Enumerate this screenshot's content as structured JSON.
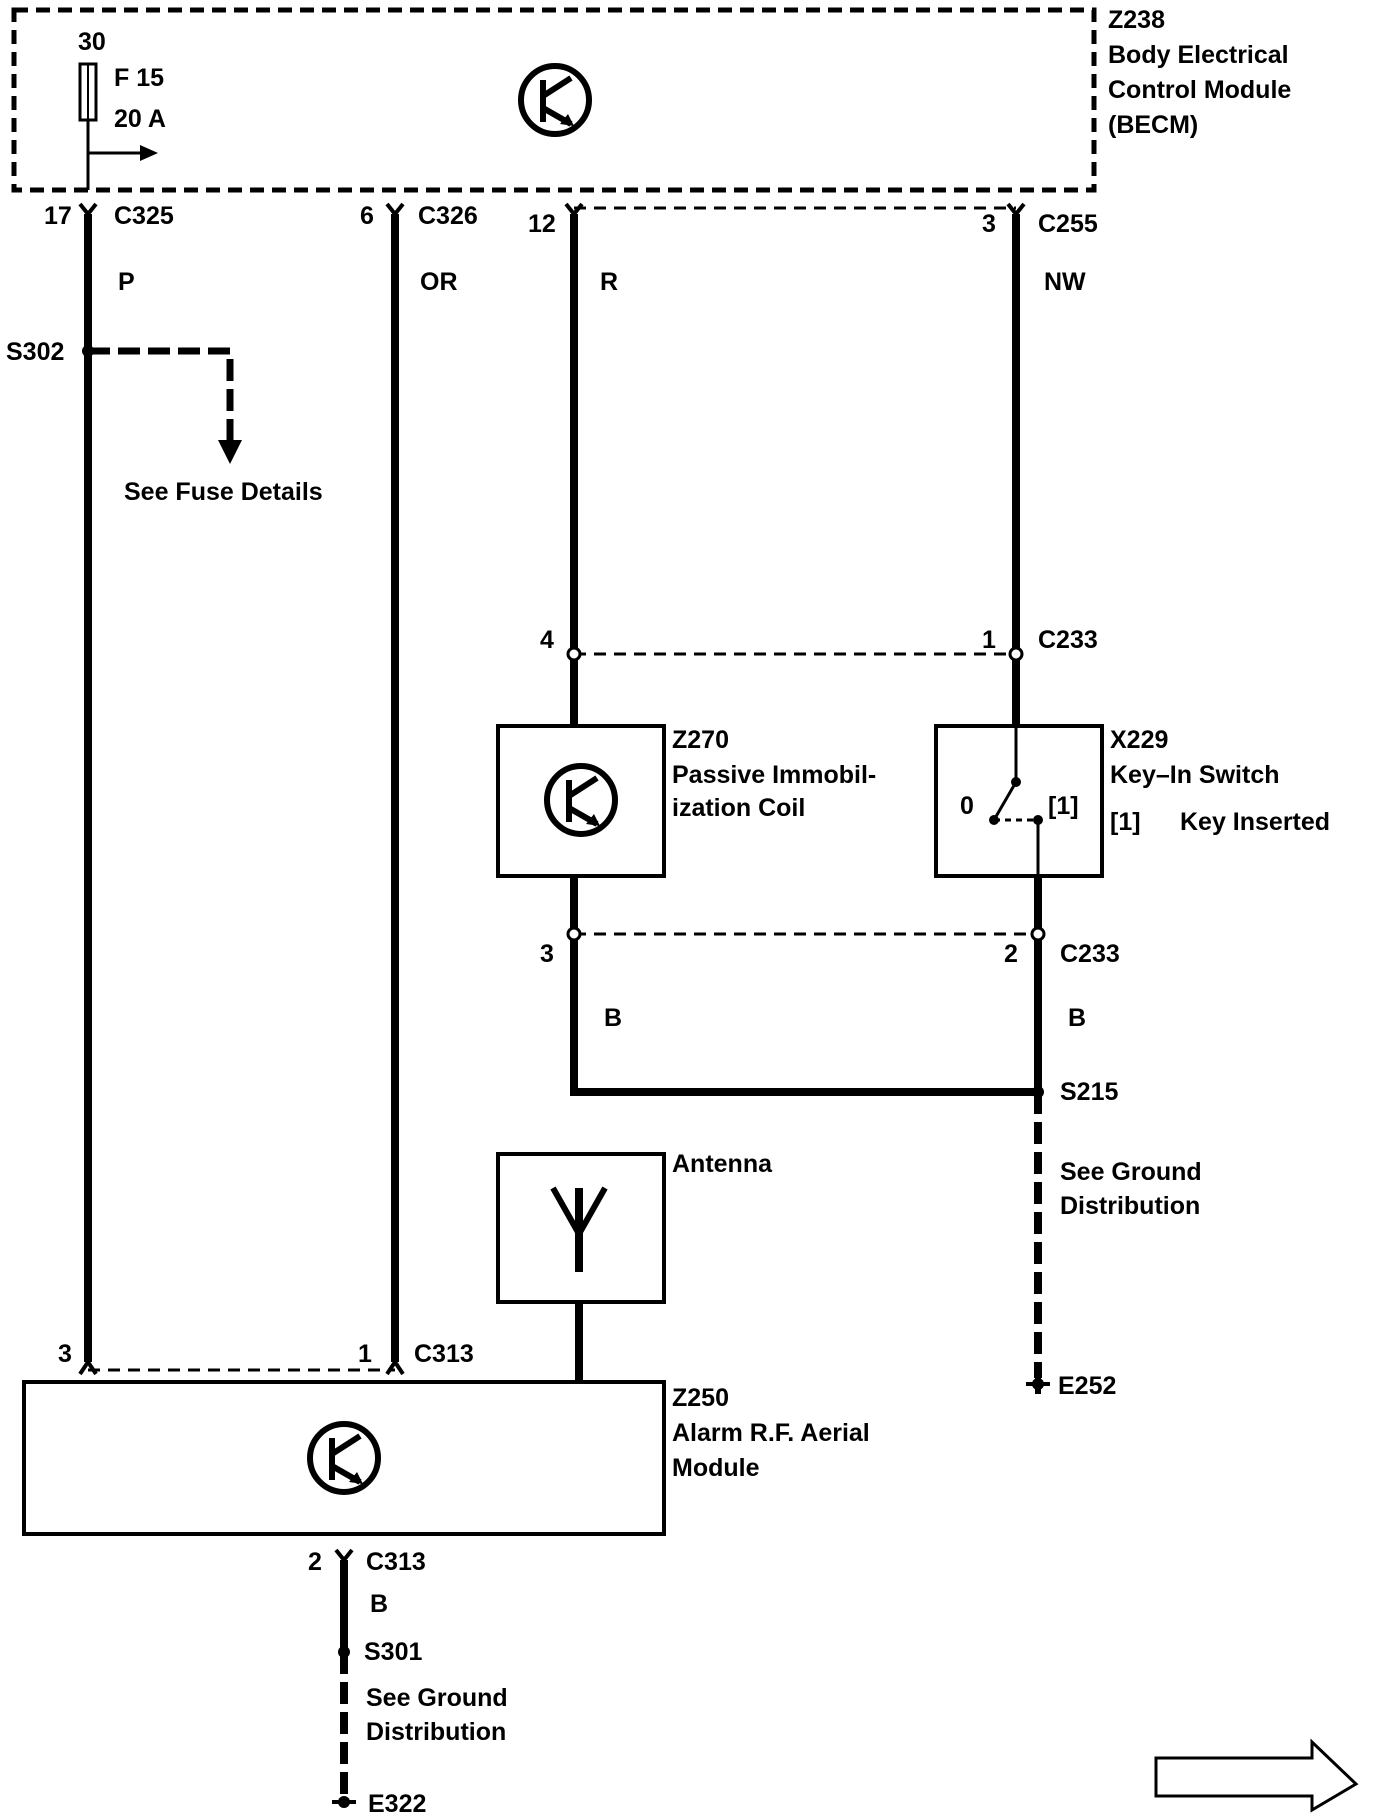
{
  "modules": {
    "becm": {
      "id": "Z238",
      "name_line1": "Body Electrical",
      "name_line2": "Control Module",
      "name_line3": "(BECM)"
    },
    "immobilizer": {
      "id": "Z270",
      "name_line1": "Passive Immobil-",
      "name_line2": "ization Coil"
    },
    "key_switch": {
      "id": "X229",
      "name": "Key–In Switch",
      "state_label": "[1]",
      "state_desc": "Key Inserted",
      "pos_off": "0",
      "pos_on": "[1]"
    },
    "antenna": {
      "name": "Antenna"
    },
    "aerial": {
      "id": "Z250",
      "name_line1": "Alarm R.F. Aerial",
      "name_line2": "Module"
    }
  },
  "fuse": {
    "supply": "30",
    "id": "F 15",
    "rating": "20 A"
  },
  "connectors": {
    "c325": {
      "id": "C325",
      "pin": "17"
    },
    "c326": {
      "id": "C326",
      "pin": "6"
    },
    "c255": {
      "id": "C255",
      "pin_left": "12",
      "pin_right": "3"
    },
    "c233_top": {
      "id": "C233",
      "pin_left": "4",
      "pin_right": "1"
    },
    "c233_bottom": {
      "id": "C233",
      "pin_left": "3",
      "pin_right": "2"
    },
    "c313_top": {
      "id": "C313",
      "pin_left": "3",
      "pin_right": "1"
    },
    "c313_bottom": {
      "id": "C313",
      "pin": "2"
    }
  },
  "wire_colors": {
    "p": "P",
    "or": "OR",
    "r": "R",
    "nw": "NW",
    "b_left": "B",
    "b_right": "B",
    "b_bottom": "B"
  },
  "splices": {
    "s302": {
      "id": "S302",
      "note": "See Fuse Details"
    },
    "s215": {
      "id": "S215",
      "note_line1": "See Ground",
      "note_line2": "Distribution"
    },
    "s301": {
      "id": "S301",
      "note_line1": "See Ground",
      "note_line2": "Distribution"
    }
  },
  "grounds": {
    "e252": "E252",
    "e322": "E322"
  },
  "icons": {
    "module": "transistor-icon",
    "antenna": "antenna-icon",
    "next_page": "arrow-right-icon"
  }
}
